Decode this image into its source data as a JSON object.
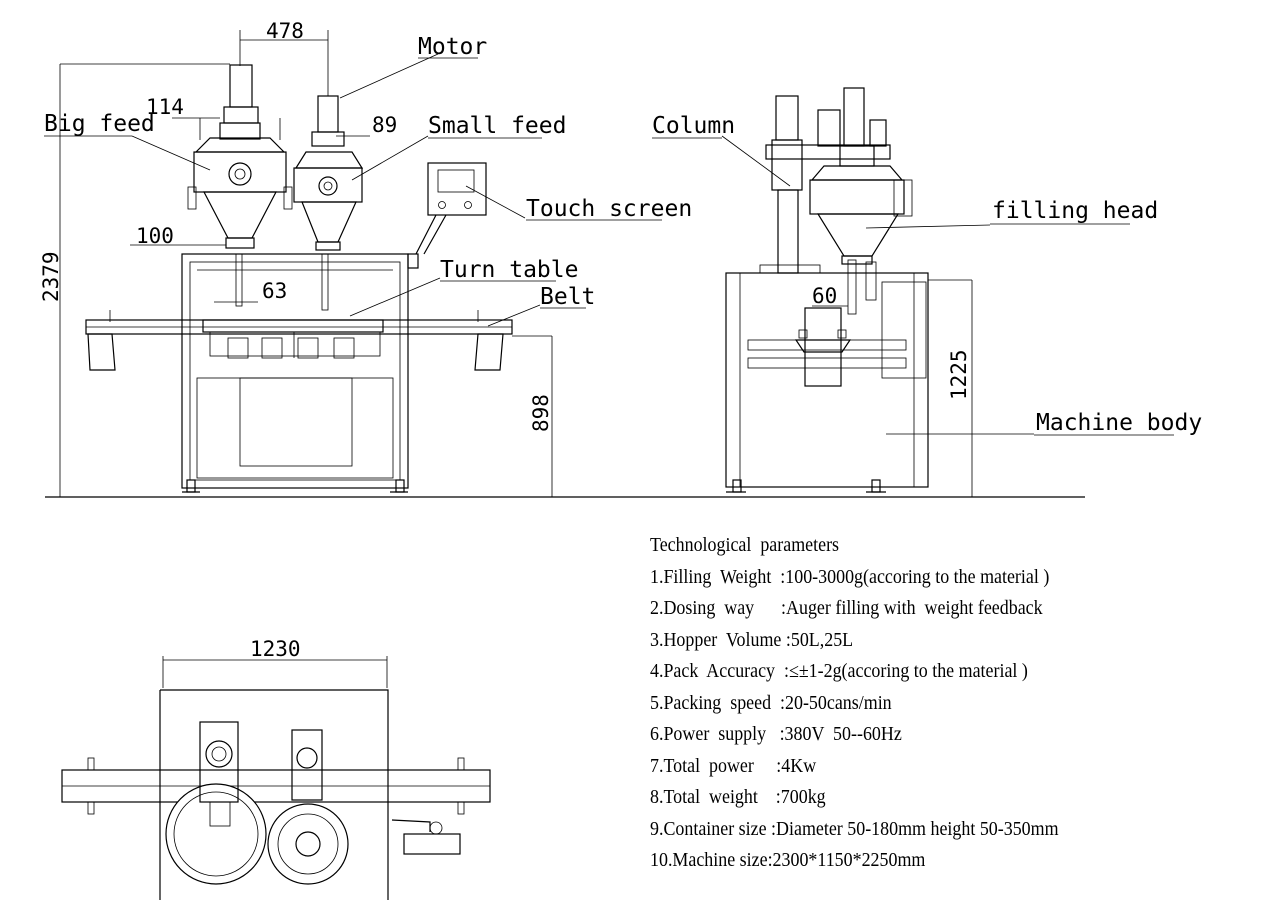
{
  "front_view": {
    "labels": {
      "big_feed": "Big feed",
      "motor": "Motor",
      "small_feed": "Small feed",
      "touch_screen": "Touch screen",
      "turn_table": "Turn table",
      "belt": "Belt"
    },
    "dimensions": {
      "d478": "478",
      "d114": "114",
      "d89": "89",
      "d100": "100",
      "d63": "63",
      "d2379": "2379",
      "d898": "898"
    }
  },
  "side_view": {
    "labels": {
      "column": "Column",
      "filling_head": "filling head",
      "machine_body": "Machine body"
    },
    "dimensions": {
      "d60": "60",
      "d1225": "1225"
    }
  },
  "top_view": {
    "dimensions": {
      "d1230": "1230"
    }
  },
  "parameters": {
    "title": "Technological  parameters",
    "items": [
      "1.Filling  Weight  :100-3000g(accoring to the material )",
      "2.Dosing  way      :Auger filling with  weight feedback",
      "3.Hopper  Volume :50L,25L",
      "4.Pack  Accuracy  :≤±1-2g(accoring to the material )",
      "5.Packing  speed  :20-50cans/min",
      "6.Power  supply   :380V  50--60Hz",
      "7.Total  power     :4Kw",
      "8.Total  weight    :700kg",
      "9.Container size :Diameter 50-180mm height 50-350mm",
      "10.Machine size:2300*1150*2250mm"
    ]
  }
}
